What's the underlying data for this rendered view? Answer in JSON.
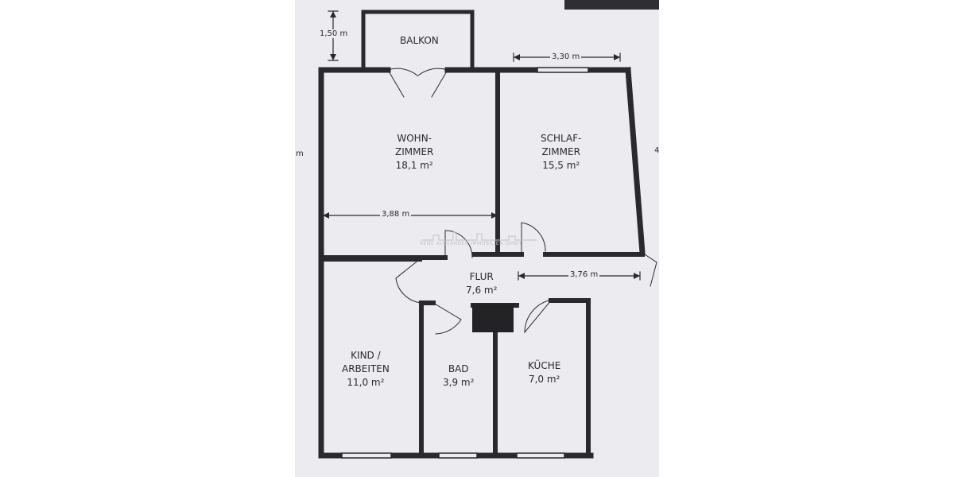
{
  "rooms": {
    "balkon": {
      "name": "BALKON"
    },
    "wohnzimmer": {
      "name_line1": "WOHN-",
      "name_line2": "ZIMMER",
      "area": "18,1 m²"
    },
    "schlafzimmer": {
      "name_line1": "SCHLAF-",
      "name_line2": "ZIMMER",
      "area": "15,5 m²"
    },
    "flur": {
      "name": "FLUR",
      "area": "7,6 m²"
    },
    "kind_arbeiten": {
      "name_line1": "KIND /",
      "name_line2": "ARBEITEN",
      "area": "11,0 m²"
    },
    "bad": {
      "name": "BAD",
      "area": "3,9 m²"
    },
    "kueche": {
      "name": "KÜCHE",
      "area": "7,0 m²"
    }
  },
  "dimensions": {
    "balkon_depth": "1,50 m",
    "schlafzimmer_width": "3,30 m",
    "wohnzimmer_width": "3,88 m",
    "flur_length": "3,76 m"
  },
  "edge_fragments": {
    "left": "m",
    "right": "4"
  },
  "watermark": "RENE ALEXANDER IMMOBILIEN GMBH",
  "colors": {
    "paper": "#ecebf0",
    "walls": "#2a2a2e",
    "background": "#ffffff"
  }
}
